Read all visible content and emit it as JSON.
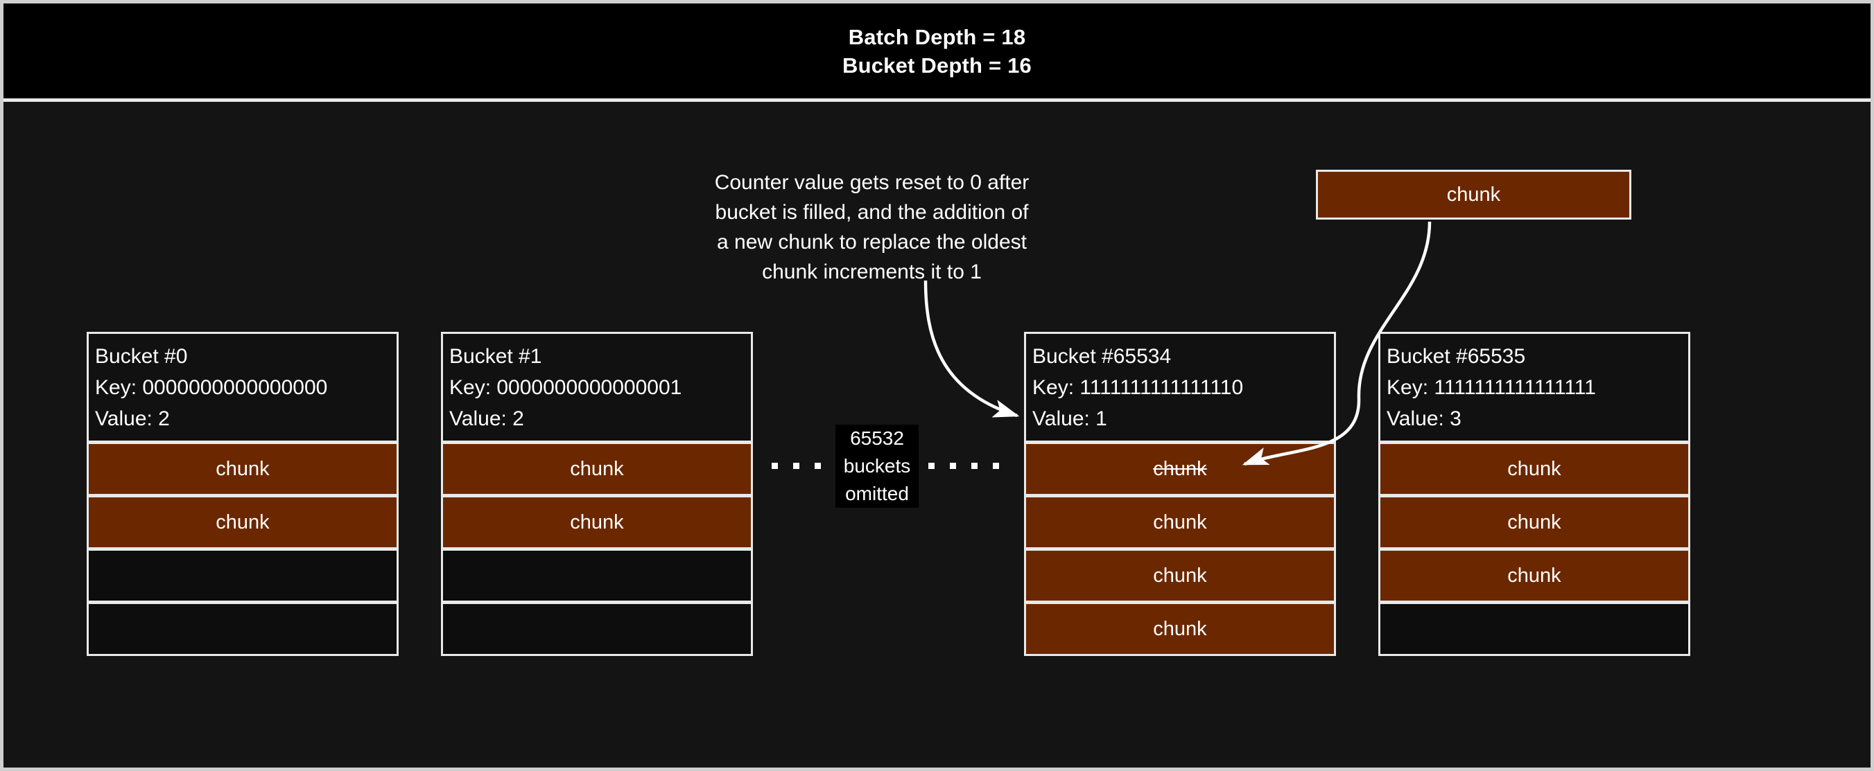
{
  "header": {
    "line1": "Batch Depth = 18",
    "line2": "Bucket Depth = 16"
  },
  "colors": {
    "chunk_fill": "#6b2800",
    "border": "#e9e9e9",
    "background": "#141414",
    "header_background": "#000000",
    "text": "#ffffff"
  },
  "annotation": {
    "line1": "Counter value gets reset to 0 after",
    "line2": "bucket is filled, and the addition of",
    "line3": "a new chunk to replace the oldest",
    "line4": "chunk increments it to 1"
  },
  "omitted": {
    "line1": "65532",
    "line2": "buckets",
    "line3": "omitted"
  },
  "floating_chunk": {
    "label": "chunk"
  },
  "buckets": [
    {
      "title": "Bucket #0",
      "key": "Key: 0000000000000000",
      "value": "Value: 2",
      "slots": [
        {
          "label": "chunk",
          "filled": true,
          "struck": false
        },
        {
          "label": "chunk",
          "filled": true,
          "struck": false
        },
        {
          "label": "",
          "filled": false,
          "struck": false
        },
        {
          "label": "",
          "filled": false,
          "struck": false
        }
      ]
    },
    {
      "title": "Bucket #1",
      "key": "Key: 0000000000000001",
      "value": "Value: 2",
      "slots": [
        {
          "label": "chunk",
          "filled": true,
          "struck": false
        },
        {
          "label": "chunk",
          "filled": true,
          "struck": false
        },
        {
          "label": "",
          "filled": false,
          "struck": false
        },
        {
          "label": "",
          "filled": false,
          "struck": false
        }
      ]
    },
    {
      "title": "Bucket #65534",
      "key": "Key: 1111111111111110",
      "value": "Value: 1",
      "slots": [
        {
          "label": "chunk",
          "filled": true,
          "struck": true
        },
        {
          "label": "chunk",
          "filled": true,
          "struck": false
        },
        {
          "label": "chunk",
          "filled": true,
          "struck": false
        },
        {
          "label": "chunk",
          "filled": true,
          "struck": false
        }
      ]
    },
    {
      "title": "Bucket #65535",
      "key": "Key: 1111111111111111",
      "value": "Value: 3",
      "slots": [
        {
          "label": "chunk",
          "filled": true,
          "struck": false
        },
        {
          "label": "chunk",
          "filled": true,
          "struck": false
        },
        {
          "label": "chunk",
          "filled": true,
          "struck": false
        },
        {
          "label": "",
          "filled": false,
          "struck": false
        }
      ]
    }
  ]
}
